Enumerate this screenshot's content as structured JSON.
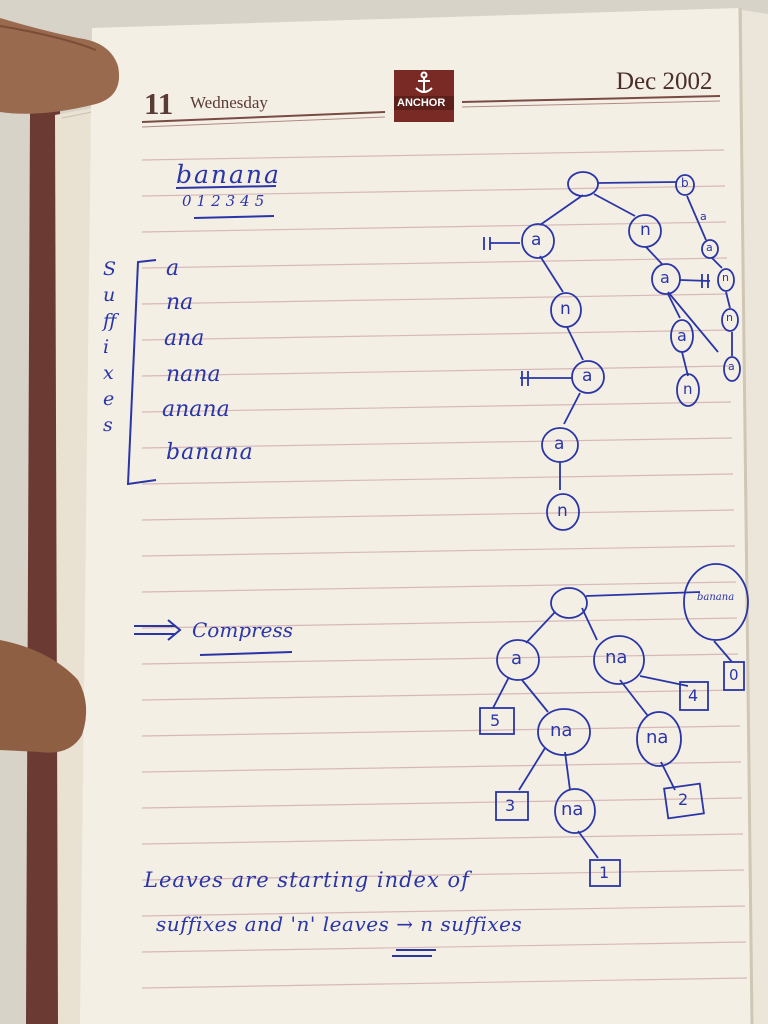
{
  "diary_header": {
    "day_number": "11",
    "weekday": "Wednesday",
    "month_year": "Dec 2002",
    "brand": "ANCHOR",
    "brand_icon": "anchor-icon"
  },
  "notes": {
    "word": "banana",
    "indices": "012345",
    "side_label": "Suffixes",
    "suffixes": [
      "a",
      "na",
      "ana",
      "nana",
      "anana",
      "banana"
    ],
    "trie_nodes": [
      "b",
      "a",
      "n",
      "a",
      "n",
      "a",
      "n",
      "a",
      "n",
      "a",
      "n",
      "a",
      "a",
      "n",
      "a"
    ],
    "arrow_label": "Compress",
    "compressed_nodes": [
      "banana",
      "a",
      "na",
      "na",
      "na",
      "na"
    ],
    "leaf_indices": [
      "0",
      "5",
      "4",
      "3",
      "2",
      "1"
    ],
    "footer_line1": "Leaves are starting index of",
    "footer_line2": "suffixes and 'n' leaves → n suffixes"
  },
  "colors": {
    "ink": "#2a35a8",
    "paper": "#f4efe4",
    "rule": "#d7b8b8",
    "cover": "#6b3a33"
  }
}
